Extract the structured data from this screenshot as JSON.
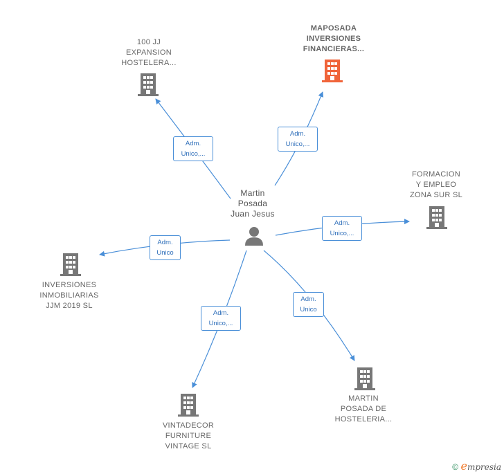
{
  "center": {
    "label": "Martin\nPosada\nJuan Jesus"
  },
  "nodes": [
    {
      "id": "n1",
      "label": "100 JJ\nEXPANSION\nHOSTELERA...",
      "color": "#777777",
      "highlight": false
    },
    {
      "id": "n2",
      "label": "MAPOSADA\nINVERSIONES\nFINANCIERAS...",
      "color": "#f0643a",
      "highlight": true
    },
    {
      "id": "n3",
      "label": "FORMACION\nY EMPLEO\nZONA SUR  SL",
      "color": "#777777",
      "highlight": false
    },
    {
      "id": "n4",
      "label": "INVERSIONES\nINMOBILIARIAS\nJJM 2019  SL",
      "color": "#777777",
      "highlight": false
    },
    {
      "id": "n5",
      "label": "VINTADECOR\nFURNITURE\nVINTAGE  SL",
      "color": "#777777",
      "highlight": false
    },
    {
      "id": "n6",
      "label": "MARTIN\nPOSADA DE\nHOSTELERIA...",
      "color": "#777777",
      "highlight": false
    }
  ],
  "edges": [
    {
      "to": "n1",
      "label": "Adm.\nUnico,..."
    },
    {
      "to": "n2",
      "label": "Adm.\nUnico,..."
    },
    {
      "to": "n3",
      "label": "Adm.\nUnico,..."
    },
    {
      "to": "n4",
      "label": "Adm.\nUnico"
    },
    {
      "to": "n5",
      "label": "Adm.\nUnico,..."
    },
    {
      "to": "n6",
      "label": "Adm.\nUnico"
    }
  ],
  "footer": {
    "copyright": "©",
    "brand_initial": "e",
    "brand_rest": "mpresia"
  },
  "colors": {
    "edge": "#4a8fd8",
    "building": "#777777",
    "highlight": "#f0643a"
  }
}
